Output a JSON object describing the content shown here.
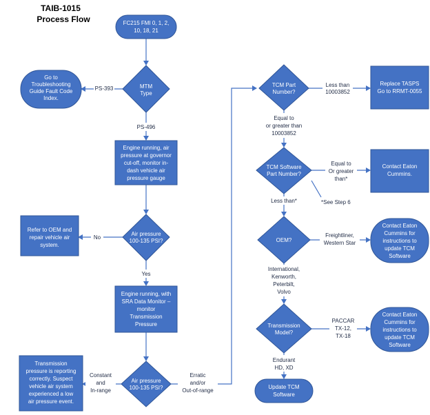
{
  "title": {
    "line1": "TAIB-1015",
    "line2": "Process Flow"
  },
  "colors": {
    "shape_fill": "#4472c4",
    "connector": "#4472c4",
    "label_text": "#1f2a44"
  },
  "nodes": {
    "start": [
      "FC215 FMI 0, 1, 2,",
      "10, 18, 21"
    ],
    "mtm_type": [
      "MTM",
      "Type"
    ],
    "goto_troubleshooting": [
      "Go to",
      "Troubleshooting",
      "Guide Fault Code",
      "Index."
    ],
    "engine_running_1": [
      "Engine running, air",
      "pressure at governor",
      "cut-off, monitor in-",
      "dash vehicle air",
      "pressure gauge"
    ],
    "air_pressure_1": [
      "Air pressure",
      "100-135 PSI?"
    ],
    "refer_oem": [
      "Refer to OEM and",
      "repair vehicle air",
      "system."
    ],
    "engine_running_2": [
      "Engine running, with",
      "SRA Data Monitor –",
      "monitor",
      "Transmission",
      "Pressure"
    ],
    "air_pressure_2": [
      "Air pressure",
      "100-135 PSI?"
    ],
    "transmission_correct": [
      "Transmission",
      "pressure is reporting",
      "correctly. Suspect",
      "vehicle air system",
      "experienced a low",
      "air pressure event."
    ],
    "tcm_part_number": [
      "TCM Part",
      "Number?"
    ],
    "replace_tasps": [
      "Replace TASPS",
      "Go to RRMT-0055"
    ],
    "tcm_software": [
      "TCM Software",
      "Part Number?"
    ],
    "contact_eaton_1": [
      "Contact Eaton",
      "Cummins."
    ],
    "oem": [
      "OEM?"
    ],
    "contact_eaton_2": [
      "Contact Eaton",
      "Cummins for",
      "instructions to",
      "update TCM",
      "Software"
    ],
    "transmission_model": [
      "Transmission",
      "Model?"
    ],
    "contact_eaton_3": [
      "Contact Eaton",
      "Cummins for",
      "instructions to",
      "update TCM",
      "Software"
    ],
    "update_tcm": [
      "Update TCM",
      "Software"
    ]
  },
  "edge_labels": {
    "ps393": [
      "PS-393"
    ],
    "ps496": [
      "PS-496"
    ],
    "no": [
      "No"
    ],
    "yes": [
      "Yes"
    ],
    "constant": [
      "Constant",
      "and",
      "In-range"
    ],
    "erratic": [
      "Erratic",
      "and/or",
      "Out-of-range"
    ],
    "less_than_part": [
      "Less than",
      "10003852"
    ],
    "equal_greater_part": [
      "Equal to",
      "or greater than",
      "10003852"
    ],
    "equal_greater_sw": [
      "Equal to",
      "Or greater",
      "than*"
    ],
    "see_step": [
      "*See Step 6"
    ],
    "less_than_sw": [
      "Less than*"
    ],
    "freightliner": [
      "Freightliner,",
      "Western Star"
    ],
    "international": [
      "International,",
      "Kenworth,",
      "Peterbilt,",
      "Volvo"
    ],
    "paccar": [
      "PACCAR",
      "TX-12,",
      "TX-18"
    ],
    "endurant": [
      "Endurant",
      "HD, XD"
    ]
  }
}
